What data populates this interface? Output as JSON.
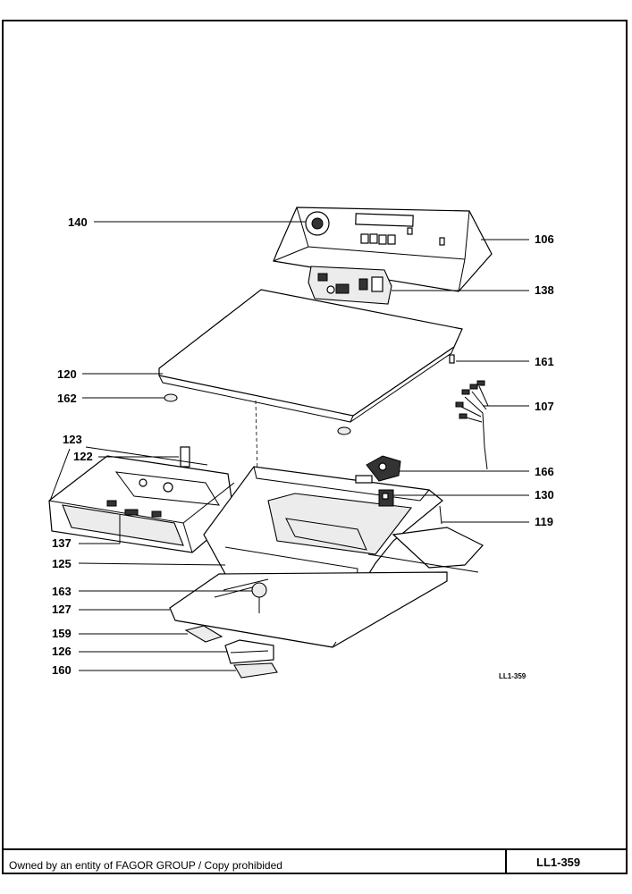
{
  "drawing_code": "LL1-359",
  "footer": {
    "ownership": "Owned by an entity of FAGOR GROUP / Copy prohibided",
    "reference": "LL1-359"
  },
  "callouts": [
    {
      "id": "140"
    },
    {
      "id": "106"
    },
    {
      "id": "138"
    },
    {
      "id": "120"
    },
    {
      "id": "161"
    },
    {
      "id": "162"
    },
    {
      "id": "107"
    },
    {
      "id": "123"
    },
    {
      "id": "122"
    },
    {
      "id": "166"
    },
    {
      "id": "130"
    },
    {
      "id": "119"
    },
    {
      "id": "137"
    },
    {
      "id": "125"
    },
    {
      "id": "163"
    },
    {
      "id": "127"
    },
    {
      "id": "159"
    },
    {
      "id": "126"
    },
    {
      "id": "160"
    }
  ]
}
